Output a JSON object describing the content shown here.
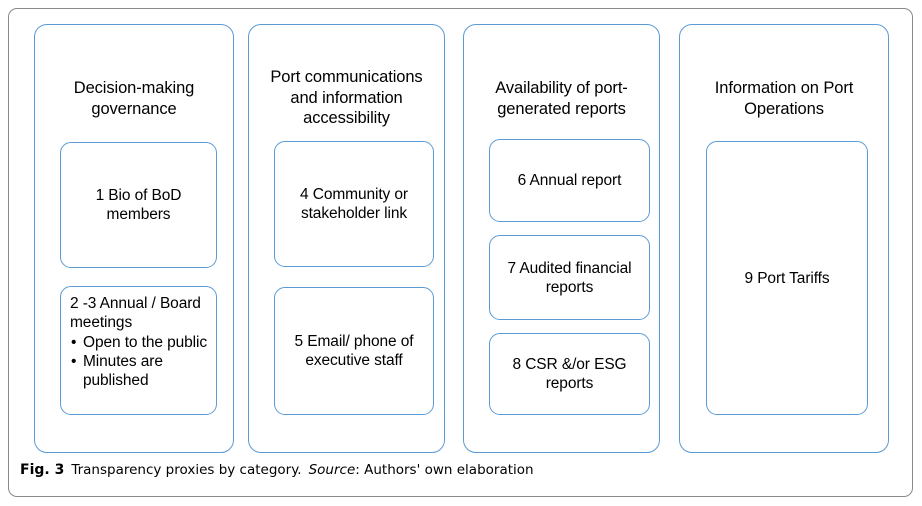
{
  "figure": {
    "caption_label": "Fig. 3",
    "caption_text": "Transparency proxies by category.",
    "caption_source_label": "Source",
    "caption_source_text": ": Authors' own elaboration",
    "accent_color": "#5B9BD5",
    "frame_color": "#8A8A8A"
  },
  "columns": [
    {
      "title": "Decision-making governance",
      "boxes": [
        {
          "text": "1 Bio of BoD members",
          "bullets": []
        },
        {
          "text": "2 -3 Annual / Board meetings",
          "bullets": [
            "Open to the public",
            "Minutes are published"
          ]
        }
      ]
    },
    {
      "title": "Port communications and information accessibility",
      "boxes": [
        {
          "text": "4 Community or stakeholder link",
          "bullets": []
        },
        {
          "text": "5 Email/ phone of executive staff",
          "bullets": []
        }
      ]
    },
    {
      "title": "Availability of port-generated reports",
      "boxes": [
        {
          "text": "6 Annual report",
          "bullets": []
        },
        {
          "text": "7 Audited financial reports",
          "bullets": []
        },
        {
          "text": "8 CSR &/or ESG reports",
          "bullets": []
        }
      ]
    },
    {
      "title": "Information on Port Operations",
      "boxes": [
        {
          "text": "9 Port Tariffs",
          "bullets": []
        }
      ]
    }
  ]
}
